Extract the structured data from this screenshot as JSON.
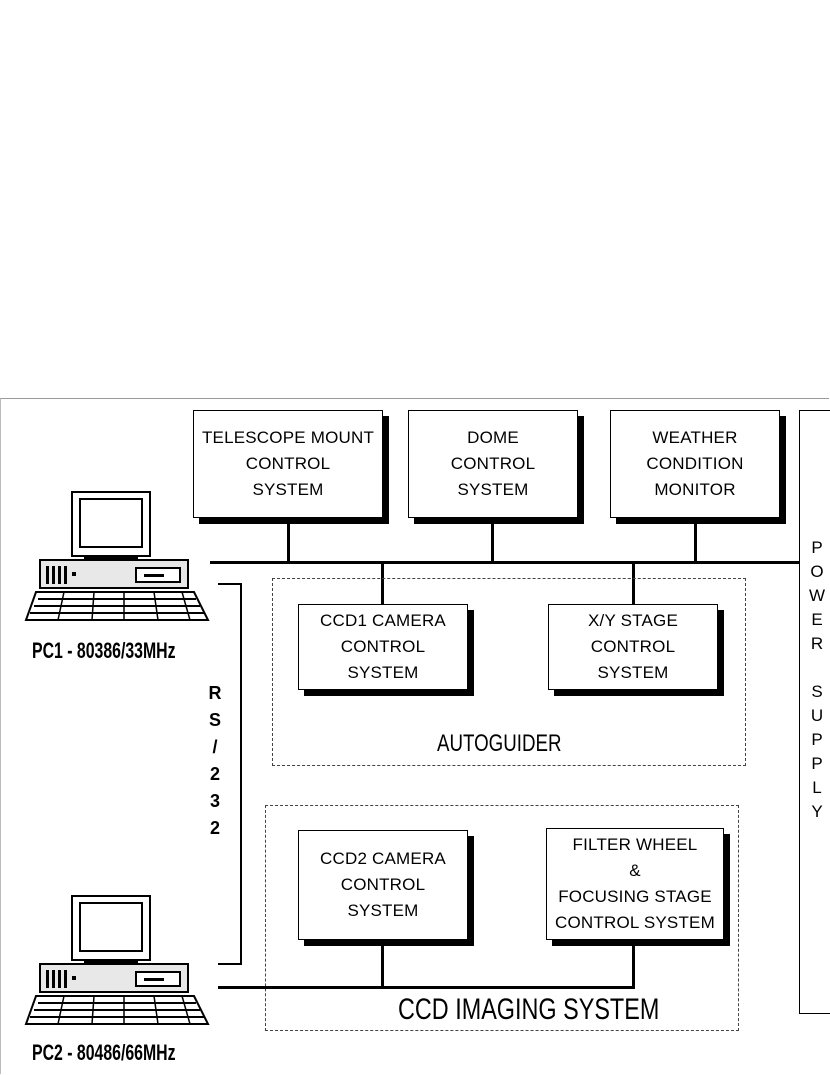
{
  "boxes": {
    "telescope": "TELESCOPE MOUNT\nCONTROL\nSYSTEM",
    "dome": "DOME\nCONTROL\nSYSTEM",
    "weather": "WEATHER\nCONDITION\nMONITOR",
    "ccd1": "CCD1 CAMERA\nCONTROL\nSYSTEM",
    "xy_stage": "X/Y STAGE\nCONTROL\nSYSTEM",
    "ccd2": "CCD2 CAMERA\nCONTROL\nSYSTEM",
    "filter_wheel": "FILTER WHEEL\n&\nFOCUSING STAGE\nCONTROL SYSTEM"
  },
  "groups": {
    "autoguider": "AUTOGUIDER",
    "ccd_imaging": "CCD IMAGING SYSTEM"
  },
  "computers": {
    "pc1": "PC1 - 80386/33MHz",
    "pc2": "PC2 - 80486/66MHz"
  },
  "link_label": [
    "R",
    "S",
    "/",
    "2",
    "3",
    "2"
  ],
  "power_supply": [
    "P",
    "O",
    "W",
    "E",
    "R",
    "",
    "S",
    "U",
    "P",
    "P",
    "L",
    "Y"
  ]
}
